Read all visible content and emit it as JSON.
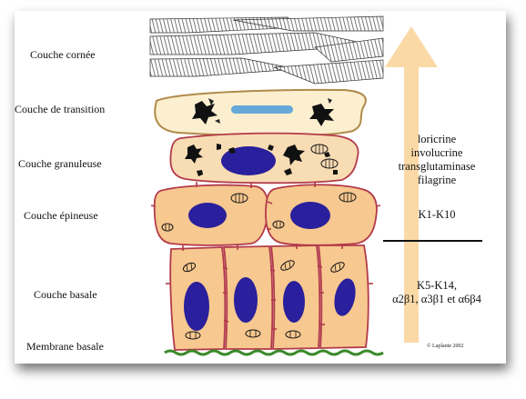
{
  "layers": {
    "cornee": "Couche cornée",
    "transition": "Couche de transition",
    "granuleuse": "Couche granuleuse",
    "epineuse": "Couche épineuse",
    "basale": "Couche basale",
    "membrane": "Membrane basale"
  },
  "markers": {
    "upper": [
      "loricrine",
      "involucrine",
      "transglutaminase",
      "filagrine"
    ],
    "spinous": "K1-K10",
    "basal_1": "K5-K14,",
    "basal_2": "α2β1, α3β1 et α6β4"
  },
  "copyright": "© Laplante 2002",
  "colors": {
    "cell_fill": "#f7c88f",
    "cell_border": "#b23a4a",
    "nucleus": "#2a1f9c",
    "granular_fill": "#f8dcb4",
    "transition_fill": "#fbefcf",
    "keratin_bar": "#66a8d8",
    "membrane": "#3a8a2a",
    "arrow": "#fbd9a6"
  }
}
